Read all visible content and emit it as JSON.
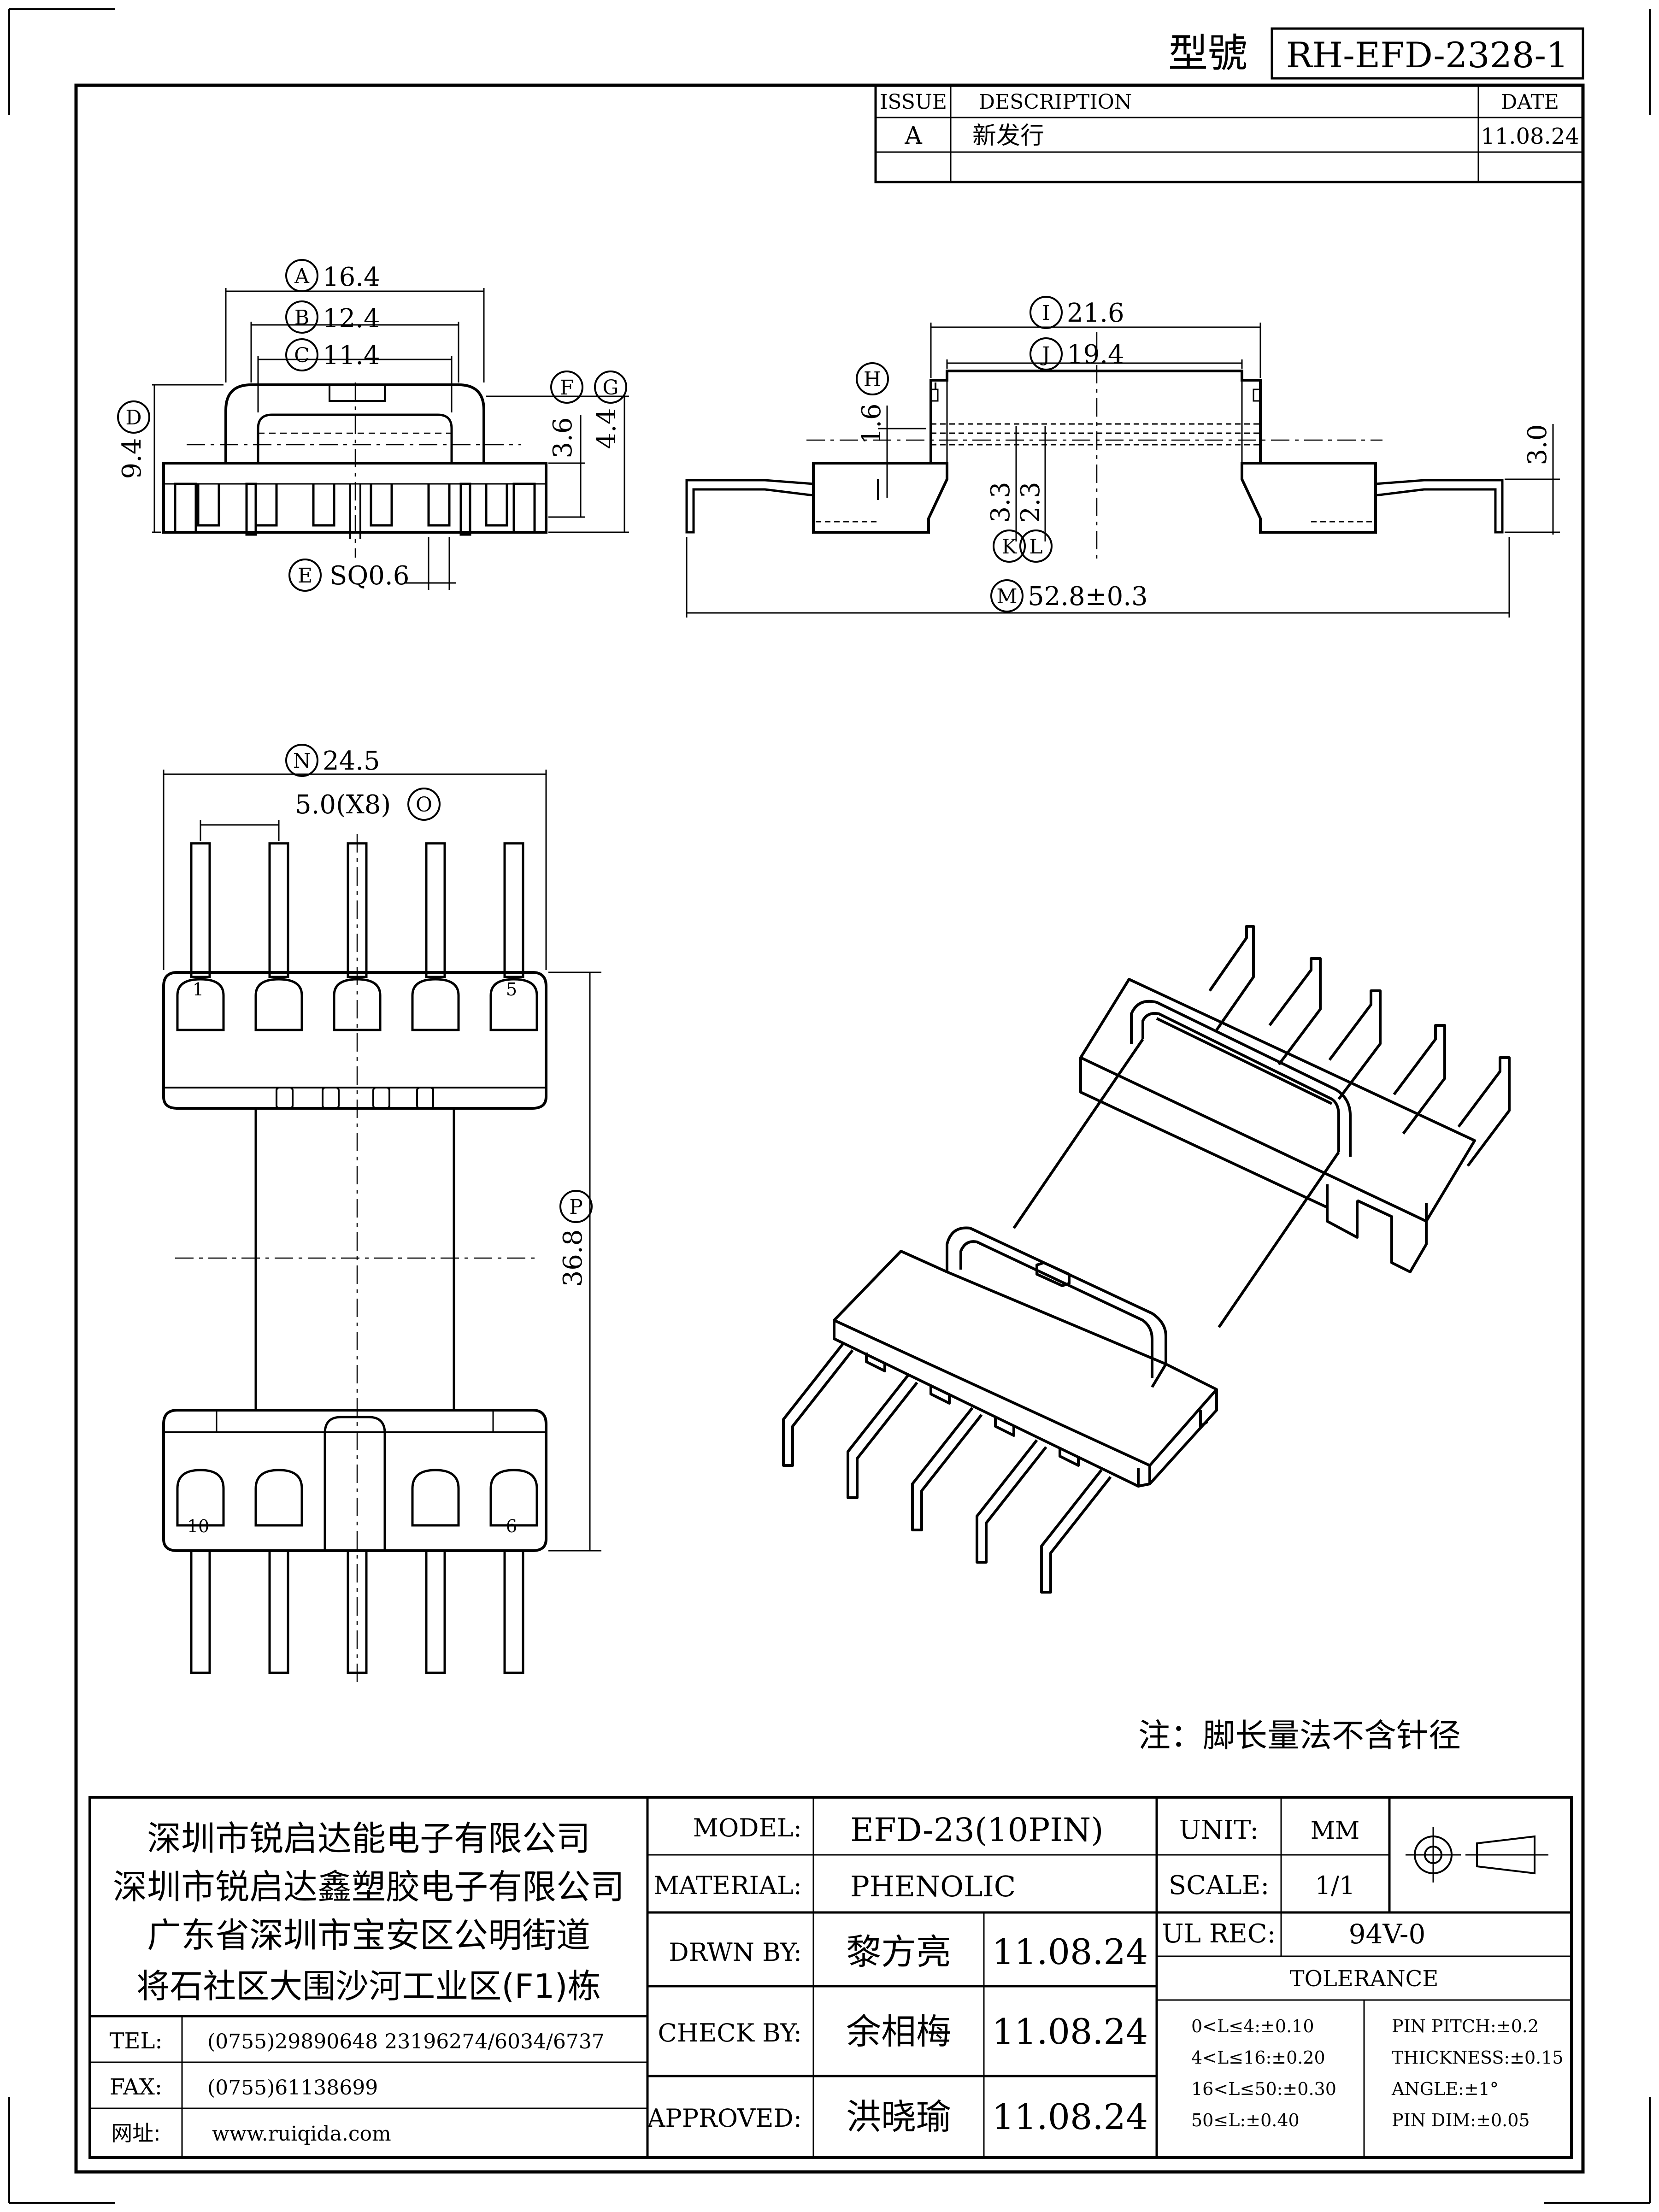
{
  "header": {
    "model_label": "型號",
    "model_number": "RH-EFD-2328-1"
  },
  "revision": {
    "headers": [
      "ISSUE",
      "DESCRIPTION",
      "DATE"
    ],
    "rows": [
      [
        "A",
        "新发行",
        "11.08.24"
      ]
    ]
  },
  "dims": {
    "A": "16.4",
    "B": "12.4",
    "C": "11.4",
    "D": "9.4",
    "E": "SQ0.6",
    "F": "3.6",
    "G": "4.4",
    "H": "1.6",
    "I": "21.6",
    "J": "19.4",
    "K": "3.3",
    "L": "2.3",
    "M": "52.8±0.3",
    "N": "24.5",
    "O": "5.0(X8)",
    "P": "36.8",
    "R": "3.0"
  },
  "dim_letters": [
    "A",
    "B",
    "C",
    "D",
    "E",
    "F",
    "G",
    "H",
    "I",
    "J",
    "K",
    "L",
    "M",
    "N",
    "O",
    "P"
  ],
  "pins": {
    "p1": "1",
    "p5": "5",
    "p10": "10",
    "p6": "6"
  },
  "note": "注：脚长量法不含针径",
  "company": {
    "lines": [
      "深圳市锐启达能电子有限公司",
      "深圳市锐启达鑫塑胶电子有限公司",
      "广东省深圳市宝安区公明街道",
      "将石社区大围沙河工业区(F1)栋"
    ],
    "tel_label": "TEL:",
    "tel": "(0755)29890648  23196274/6034/6737",
    "fax_label": "FAX:",
    "fax": "(0755)61138699",
    "web_label": "网址:",
    "web": "www.ruiqida.com"
  },
  "title_block": {
    "model_label": "MODEL:",
    "model": "EFD-23(10PIN)",
    "material_label": "MATERIAL:",
    "material": "PHENOLIC",
    "drawn_label": "DRWN BY:",
    "drawn_name": "黎方亮",
    "drawn_date": "11.08.24",
    "check_label": "CHECK BY:",
    "check_name": "余相梅",
    "check_date": "11.08.24",
    "approved_label": "APPROVED:",
    "approved_name": "洪晓瑜",
    "approved_date": "11.08.24",
    "unit_label": "UNIT:",
    "unit": "MM",
    "scale_label": "SCALE:",
    "scale": "1/1",
    "ul_label": "UL REC:",
    "ul": "94V-0",
    "tolerance_label": "TOLERANCE",
    "tol_left": [
      "0<L≤4:±0.10",
      "4<L≤16:±0.20",
      "16<L≤50:±0.30",
      "50≤L:±0.40"
    ],
    "tol_right": [
      "PIN PITCH:±0.2",
      "THICKNESS:±0.15",
      "ANGLE:±1°",
      "PIN DIM:±0.05"
    ]
  }
}
